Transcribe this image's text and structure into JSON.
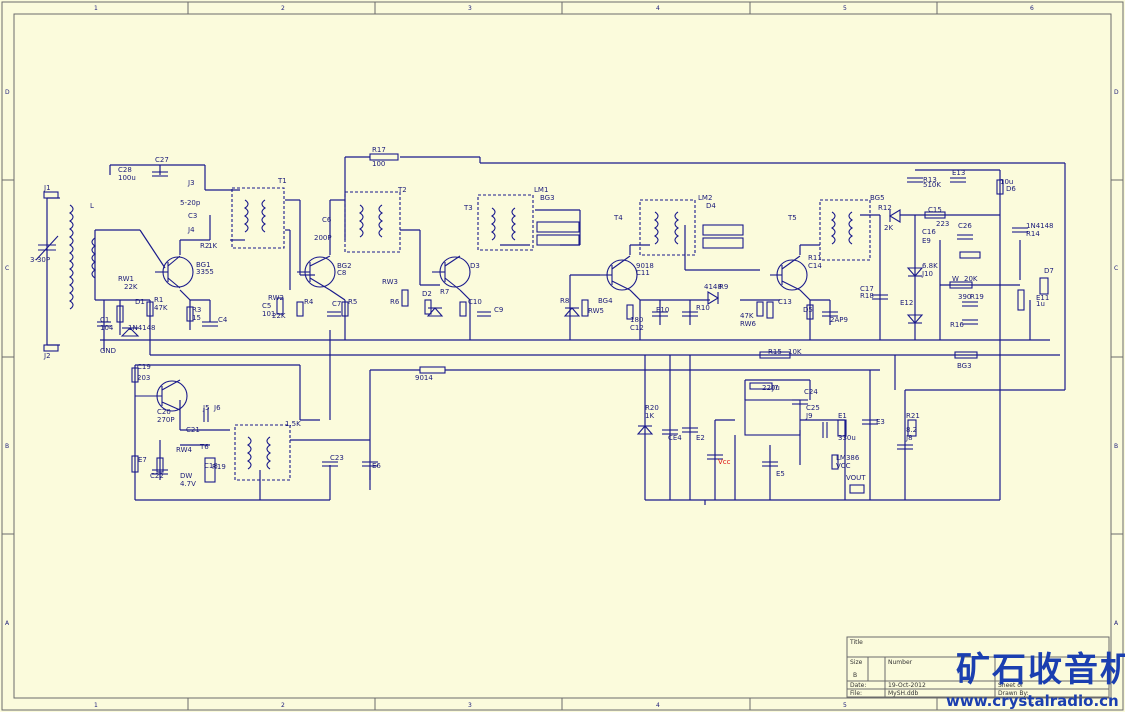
{
  "frame": {
    "columns": [
      "1",
      "2",
      "3",
      "4",
      "5",
      "6"
    ],
    "rows": [
      "D",
      "C",
      "B",
      "A"
    ]
  },
  "labels": [
    {
      "t": "J1"
    },
    {
      "t": "J2"
    },
    {
      "t": "L"
    },
    {
      "t": "3-30P"
    },
    {
      "t": "RW1"
    },
    {
      "t": "22K"
    },
    {
      "t": "D1"
    },
    {
      "t": "1N4148"
    },
    {
      "t": "R1"
    },
    {
      "t": "47K"
    },
    {
      "t": "C1"
    },
    {
      "t": "104"
    },
    {
      "t": "GND"
    },
    {
      "t": "C28"
    },
    {
      "t": "100u"
    },
    {
      "t": "C27"
    },
    {
      "t": "J3"
    },
    {
      "t": "5-20p"
    },
    {
      "t": "C3"
    },
    {
      "t": "J4"
    },
    {
      "t": "R2"
    },
    {
      "t": "1K"
    },
    {
      "t": "BG1"
    },
    {
      "t": "3355"
    },
    {
      "t": "R3"
    },
    {
      "t": "15"
    },
    {
      "t": "C4"
    },
    {
      "t": "T1"
    },
    {
      "t": "C5"
    },
    {
      "t": "101"
    },
    {
      "t": "RW2"
    },
    {
      "t": "22K"
    },
    {
      "t": "R4"
    },
    {
      "t": "C7"
    },
    {
      "t": "R5"
    },
    {
      "t": "R17"
    },
    {
      "t": "100"
    },
    {
      "t": "C6"
    },
    {
      "t": "200P"
    },
    {
      "t": "T2"
    },
    {
      "t": "BG2"
    },
    {
      "t": "C8"
    },
    {
      "t": "RW3"
    },
    {
      "t": "R6"
    },
    {
      "t": "D2"
    },
    {
      "t": "R7"
    },
    {
      "t": "C10"
    },
    {
      "t": "C9"
    },
    {
      "t": "T3"
    },
    {
      "t": "LM1"
    },
    {
      "t": "BG3"
    },
    {
      "t": "D3"
    },
    {
      "t": "R8"
    },
    {
      "t": "RW5"
    },
    {
      "t": "BG4"
    },
    {
      "t": "9018"
    },
    {
      "t": "C11"
    },
    {
      "t": "T4"
    },
    {
      "t": "LM2"
    },
    {
      "t": "D4"
    },
    {
      "t": "4148"
    },
    {
      "t": "R9"
    },
    {
      "t": "180"
    },
    {
      "t": "C12"
    },
    {
      "t": "E10"
    },
    {
      "t": "R10"
    },
    {
      "t": "47K"
    },
    {
      "t": "RW6"
    },
    {
      "t": "C13"
    },
    {
      "t": "T5"
    },
    {
      "t": "BG5"
    },
    {
      "t": "R11"
    },
    {
      "t": "C14"
    },
    {
      "t": "D5"
    },
    {
      "t": "2AP9"
    },
    {
      "t": "R12"
    },
    {
      "t": "2K"
    },
    {
      "t": "C15"
    },
    {
      "t": "223"
    },
    {
      "t": "C16"
    },
    {
      "t": "E9"
    },
    {
      "t": "C26"
    },
    {
      "t": "R13"
    },
    {
      "t": "510K"
    },
    {
      "t": "E13"
    },
    {
      "t": "10u"
    },
    {
      "t": "D6"
    },
    {
      "t": "1N4148"
    },
    {
      "t": "R14"
    },
    {
      "t": "6.8K"
    },
    {
      "t": "J10"
    },
    {
      "t": "W"
    },
    {
      "t": "20K"
    },
    {
      "t": "D7"
    },
    {
      "t": "E11"
    },
    {
      "t": "1u"
    },
    {
      "t": "E12"
    },
    {
      "t": "C17"
    },
    {
      "t": "R18"
    },
    {
      "t": "390"
    },
    {
      "t": "R19"
    },
    {
      "t": "R16"
    },
    {
      "t": "R15"
    },
    {
      "t": "10K"
    },
    {
      "t": "BG3"
    },
    {
      "t": "9014"
    },
    {
      "t": "C19"
    },
    {
      "t": "203"
    },
    {
      "t": "C20"
    },
    {
      "t": "270P"
    },
    {
      "t": "J5"
    },
    {
      "t": "J6"
    },
    {
      "t": "C21"
    },
    {
      "t": "T6"
    },
    {
      "t": "RW4"
    },
    {
      "t": "C18"
    },
    {
      "t": "R19"
    },
    {
      "t": "1.5K"
    },
    {
      "t": "E7"
    },
    {
      "t": "C22"
    },
    {
      "t": "DW"
    },
    {
      "t": "4.7V"
    },
    {
      "t": "C23"
    },
    {
      "t": "E6"
    },
    {
      "t": "R20"
    },
    {
      "t": "1K"
    },
    {
      "t": "CE4"
    },
    {
      "t": "E2"
    },
    {
      "t": "220u"
    },
    {
      "t": "J7"
    },
    {
      "t": "C24"
    },
    {
      "t": "C25"
    },
    {
      "t": "J9"
    },
    {
      "t": "E1"
    },
    {
      "t": "330u"
    },
    {
      "t": "E3"
    },
    {
      "t": "R21"
    },
    {
      "t": "8.2"
    },
    {
      "t": "J8"
    },
    {
      "t": "E5"
    },
    {
      "t": "LM386"
    },
    {
      "t": "VCC"
    },
    {
      "t": "VOUT"
    },
    {
      "t": "Vcc"
    }
  ],
  "title_block": {
    "title_label": "Title",
    "size_label": "Size",
    "size_value": "B",
    "number_label": "Number",
    "date_label": "Date:",
    "date_value": "19-Oct-2012",
    "file_label": "File:",
    "file_value": "MySH.ddb",
    "sheet_label": "Sheet of",
    "drawn_label": "Drawn By:"
  },
  "watermark": {
    "cn": "矿石收音机",
    "url": "www.crystalradio.cn"
  }
}
